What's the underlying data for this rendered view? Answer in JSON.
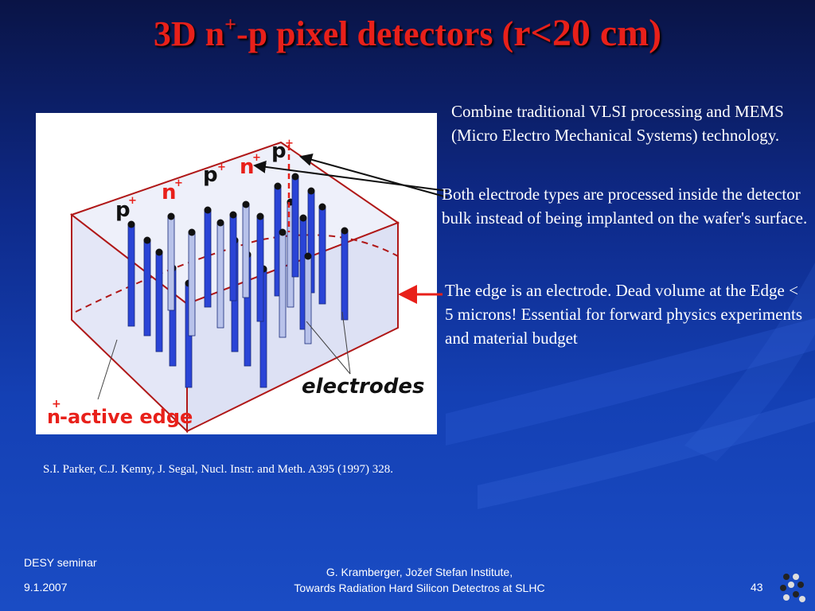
{
  "slide": {
    "title_main": "3D n",
    "title_sup": "+",
    "title_rest": "-p pixel detectors (",
    "title_big": "r<20 cm)"
  },
  "figure": {
    "labels": {
      "p_left": "p",
      "p_left_sup": "+",
      "n_left": "n",
      "n_left_sup": "+",
      "p_mid": "p",
      "p_mid_sup": "+",
      "n_mid": "n",
      "n_mid_sup": "+",
      "p_top": "p",
      "p_top_sup": "+",
      "electrodes": "electrodes",
      "active_edge_n": "n",
      "active_edge_sup": "+",
      "active_edge_rest": "-active edge"
    },
    "colors": {
      "box_outline": "#b01818",
      "box_fill": "#e8eaf8",
      "n_column": "#2a44d6",
      "p_column": "#b8c2ea",
      "annotation_red": "#e8201a"
    }
  },
  "text": {
    "para1": "Combine traditional VLSI processing and MEMS (Micro Electro Mechanical Systems) technology.",
    "para2": "Both electrode types are processed inside the detector bulk instead of being implanted on the wafer's surface.",
    "para3": "The edge is an electrode. Dead volume at the Edge < 5 microns! Essential for forward physics experiments and material budget"
  },
  "reference": "S.I. Parker, C.J. Kenny, J. Segal, Nucl. Instr. and Meth. A395 (1997) 328.",
  "footer": {
    "seminar": "DESY seminar",
    "date": "9.1.2007",
    "author_line1": "G. Kramberger, Jožef Stefan Institute,",
    "author_line2": "Towards Radiation Hard Silicon Detectros at SLHC",
    "page": "43"
  }
}
